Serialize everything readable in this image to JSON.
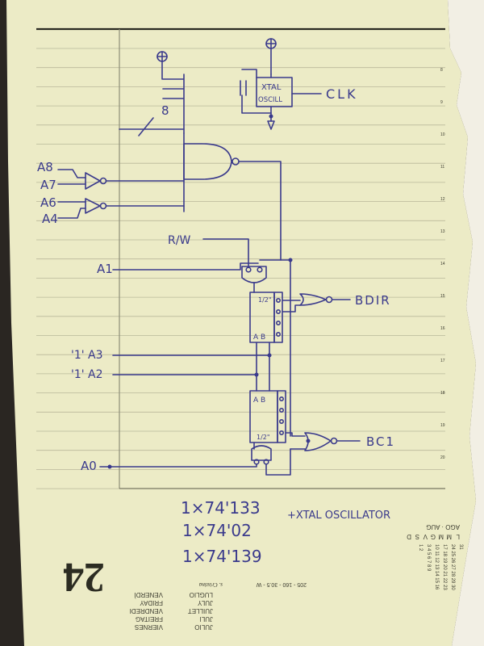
{
  "schematic": {
    "labels": {
      "a8": "A8",
      "a7": "A7",
      "a6": "A6",
      "a4": "A4",
      "bus_width": "8",
      "xtal": "XTAL",
      "oscill": "OSCILL",
      "clk": "CLK",
      "rw": "R/W",
      "a1": "A1",
      "bdir": "BDIR",
      "half_top": "1/2\"",
      "ab_top": "A B",
      "a3_input": "'1' A3",
      "a2_input": "'1' A2",
      "ab_bottom": "A B",
      "half_bottom": "1/2\"",
      "bc1": "BC1",
      "a0": "A0"
    },
    "parts_list": {
      "line1": "1×74'133",
      "line2": "1×74'02",
      "line3": "1×74'139",
      "extra": "+XTAL OSCILLATOR"
    }
  },
  "diary": {
    "day_number": "24",
    "days_it": "LUGLIO",
    "days_en": "JULY",
    "days_fr": "JUILLET",
    "days_de": "JULI",
    "days_es": "JULIO",
    "month_it": "VENERDÌ",
    "month_en": "FRIDAY",
    "month_fr": "VENDREDI",
    "month_de": "FREITAG",
    "month_es": "VIERNES",
    "footer_code": "205 - 160 - 30.5 - W",
    "brand": "s. Cristina",
    "month_header": "AGO · AUG",
    "weekday_letters": [
      "L",
      "M",
      "M",
      "G",
      "V",
      "S",
      "D"
    ],
    "calendar_rows": [
      "31",
      "24 25 26 27 28 29 30",
      "17 18 19 20 21 22 23",
      "10 11 12 13 14 15 16",
      "3 4 5 6 7 8 9",
      "1 2"
    ],
    "hour_marks": [
      "8",
      "9",
      "10",
      "11",
      "12",
      "13",
      "14",
      "15",
      "16",
      "17",
      "18",
      "19",
      "20"
    ]
  }
}
